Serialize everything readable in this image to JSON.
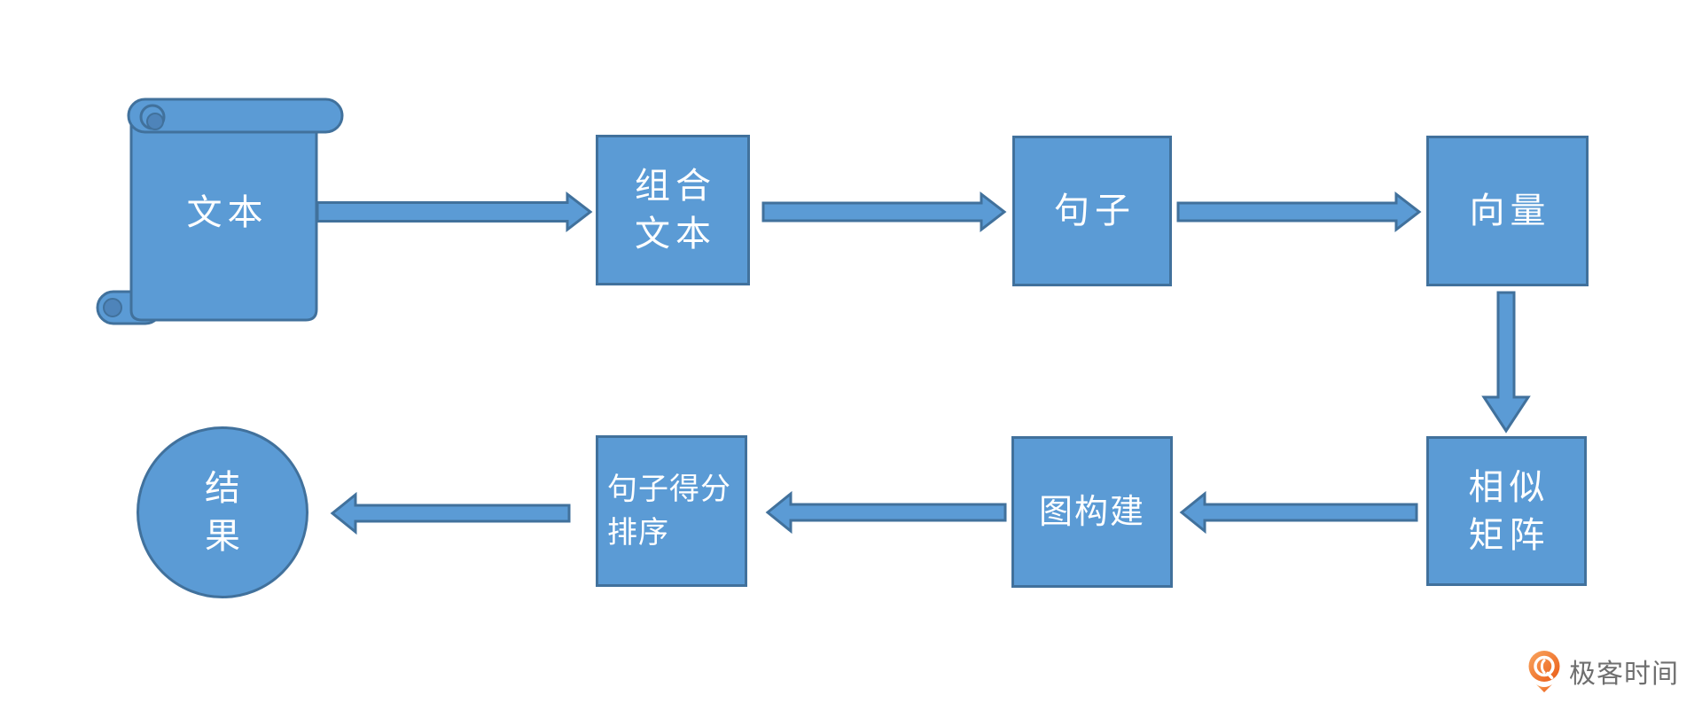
{
  "diagram_title": "textrank-summary-flow",
  "colors": {
    "node_fill": "#5B9BD5",
    "node_border": "#41719C",
    "node_text": "#FFFFFF",
    "background": "#FFFFFF",
    "logo_orange_light": "#F9A660",
    "logo_orange_dark": "#EA5A14",
    "logo_text_gray": "#6F6F6F"
  },
  "nodes": {
    "source": {
      "label": "文本",
      "shape": "vertical-scroll"
    },
    "combine": {
      "line1": "组合",
      "line2": "文本",
      "shape": "rect"
    },
    "sentence": {
      "label": "句子",
      "shape": "rect"
    },
    "vector": {
      "label": "向量",
      "shape": "rect"
    },
    "sim_matrix": {
      "line1": "相似",
      "line2": "矩阵",
      "shape": "rect"
    },
    "graph": {
      "label": "图构建",
      "shape": "rect"
    },
    "score": {
      "line1": "句子得分",
      "line2": "排序",
      "shape": "rect"
    },
    "result": {
      "line1": "结",
      "line2": "果",
      "shape": "circle"
    }
  },
  "edges": [
    {
      "from": "source",
      "to": "combine",
      "direction": "right"
    },
    {
      "from": "combine",
      "to": "sentence",
      "direction": "right"
    },
    {
      "from": "sentence",
      "to": "vector",
      "direction": "right"
    },
    {
      "from": "vector",
      "to": "sim_matrix",
      "direction": "down"
    },
    {
      "from": "sim_matrix",
      "to": "graph",
      "direction": "left"
    },
    {
      "from": "graph",
      "to": "score",
      "direction": "left"
    },
    {
      "from": "score",
      "to": "result",
      "direction": "left"
    }
  ],
  "logo": {
    "brand": "极客时间",
    "icon": "geektime-pin-icon"
  }
}
